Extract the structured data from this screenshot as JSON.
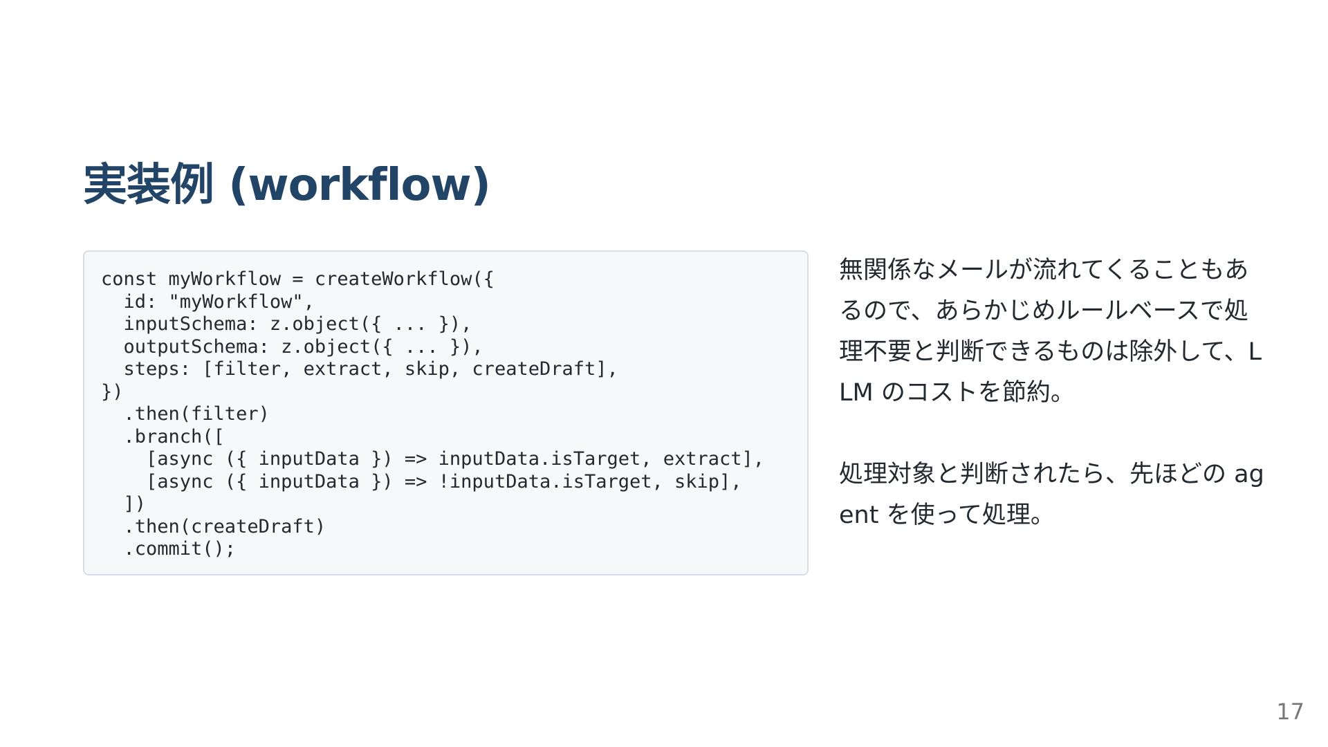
{
  "slide": {
    "title": "実装例 (workflow)",
    "code_lines": [
      "const myWorkflow = createWorkflow({",
      "  id: \"myWorkflow\",",
      "  inputSchema: z.object({ ... }),",
      "  outputSchema: z.object({ ... }),",
      "  steps: [filter, extract, skip, createDraft],",
      "})",
      "  .then(filter)",
      "  .branch([",
      "    [async ({ inputData }) => inputData.isTarget, extract],",
      "    [async ({ inputData }) => !inputData.isTarget, skip],",
      "  ])",
      "  .then(createDraft)",
      "  .commit();"
    ],
    "paragraphs": [
      "無関係なメールが流れてくることもあるので、あらかじめルールベースで処理不要と判断できるものは除外して、LLM のコストを節約。",
      "処理対象と判断されたら、先ほどの agent を使って処理。"
    ],
    "page_number": "17",
    "colors": {
      "title": "#224466",
      "code_background": "#f6f8fa",
      "code_border": "#d8dde5",
      "text": "#24292f",
      "page_number": "#777777"
    }
  }
}
